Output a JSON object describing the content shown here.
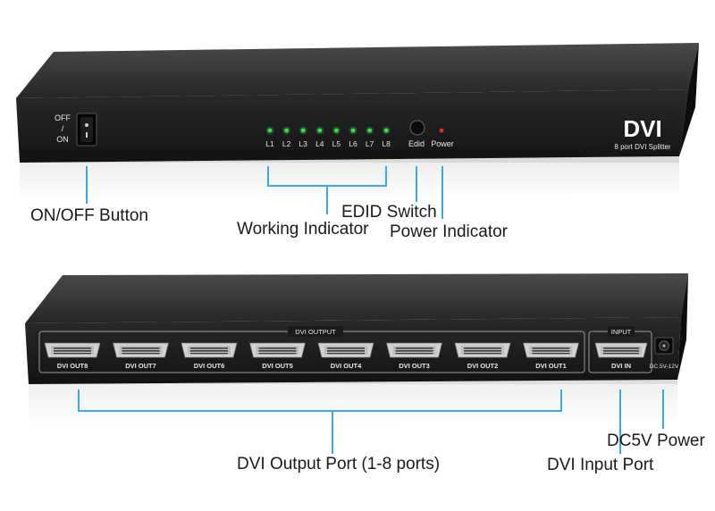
{
  "front_panel": {
    "switch_label_top": "OFF",
    "switch_label_mid": "/",
    "switch_label_bottom": "ON",
    "led_labels": [
      "L1",
      "L2",
      "L3",
      "L4",
      "L5",
      "L6",
      "L7",
      "L8"
    ],
    "edid_label": "Edid",
    "power_label": "Power",
    "brand": "DVI",
    "model": "8 port DVI Splitter"
  },
  "rear_panel": {
    "output_group_label": "DVI OUTPUT",
    "output_ports": [
      "DVI OUT8",
      "DVI OUT7",
      "DVI OUT6",
      "DVI OUT5",
      "DVI OUT4",
      "DVI OUT3",
      "DVI OUT2",
      "DVI OUT1"
    ],
    "input_group_label": "INPUT",
    "input_port": "DVI IN",
    "power_port": "DC 5V-12V"
  },
  "callouts": {
    "on_off": "ON/OFF Button",
    "edid_switch": "EDID Switch",
    "working_indicator": "Working Indicator",
    "power_indicator": "Power Indicator",
    "dvi_output_port": "DVI Output Port (1-8 ports)",
    "dvi_input_port": "DVI Input Port",
    "dc5v_power": "DC5V Power"
  },
  "colors": {
    "callout_line": "#3da8e0",
    "led_green": "#3ddc4a",
    "power_led": "#e23030",
    "chassis": "#1b1b1b"
  }
}
